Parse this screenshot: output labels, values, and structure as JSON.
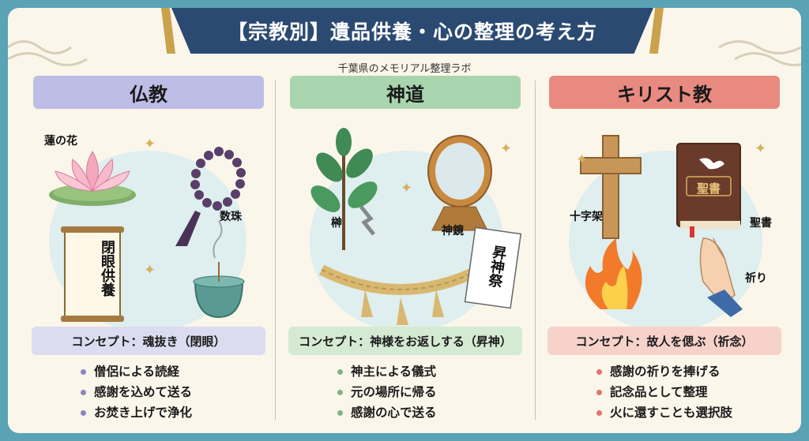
{
  "title": "【宗教別】遺品供養・心の整理の考え方",
  "subtitle": "千葉県のメモリアル整理ラボ",
  "columns": [
    {
      "name": "仏教",
      "head_color": "#bdbde6",
      "concept_color": "#dcdcf0",
      "dot_color": "#8c86c4",
      "labels": {
        "lotus": "蓮の花",
        "beads": "数珠"
      },
      "scroll_text": "閉眼供養",
      "concept": "コンセプト：魂抜き（閉眼）",
      "items": [
        "僧侶による読経",
        "感謝を込めて送る",
        "お焚き上げで浄化"
      ]
    },
    {
      "name": "神道",
      "head_color": "#a9d5ae",
      "concept_color": "#d4ead3",
      "dot_color": "#7fb585",
      "labels": {
        "sakaki": "榊",
        "mirror": "神鏡"
      },
      "paper_text": "昇神祭",
      "concept": "コンセプト：神様をお返しする（昇神）",
      "items": [
        "神主による儀式",
        "元の場所に帰る",
        "感謝の心で送る"
      ]
    },
    {
      "name": "キリスト教",
      "head_color": "#e88a80",
      "concept_color": "#f6d2cb",
      "dot_color": "#e0766b",
      "labels": {
        "cross": "十字架",
        "bible": "聖書",
        "prayer": "祈り"
      },
      "bible_text": "聖書",
      "concept": "コンセプト：故人を偲ぶ（祈念）",
      "items": [
        "感謝の祈りを捧げる",
        "記念品として整理",
        "火に還すことも選択肢"
      ]
    }
  ]
}
